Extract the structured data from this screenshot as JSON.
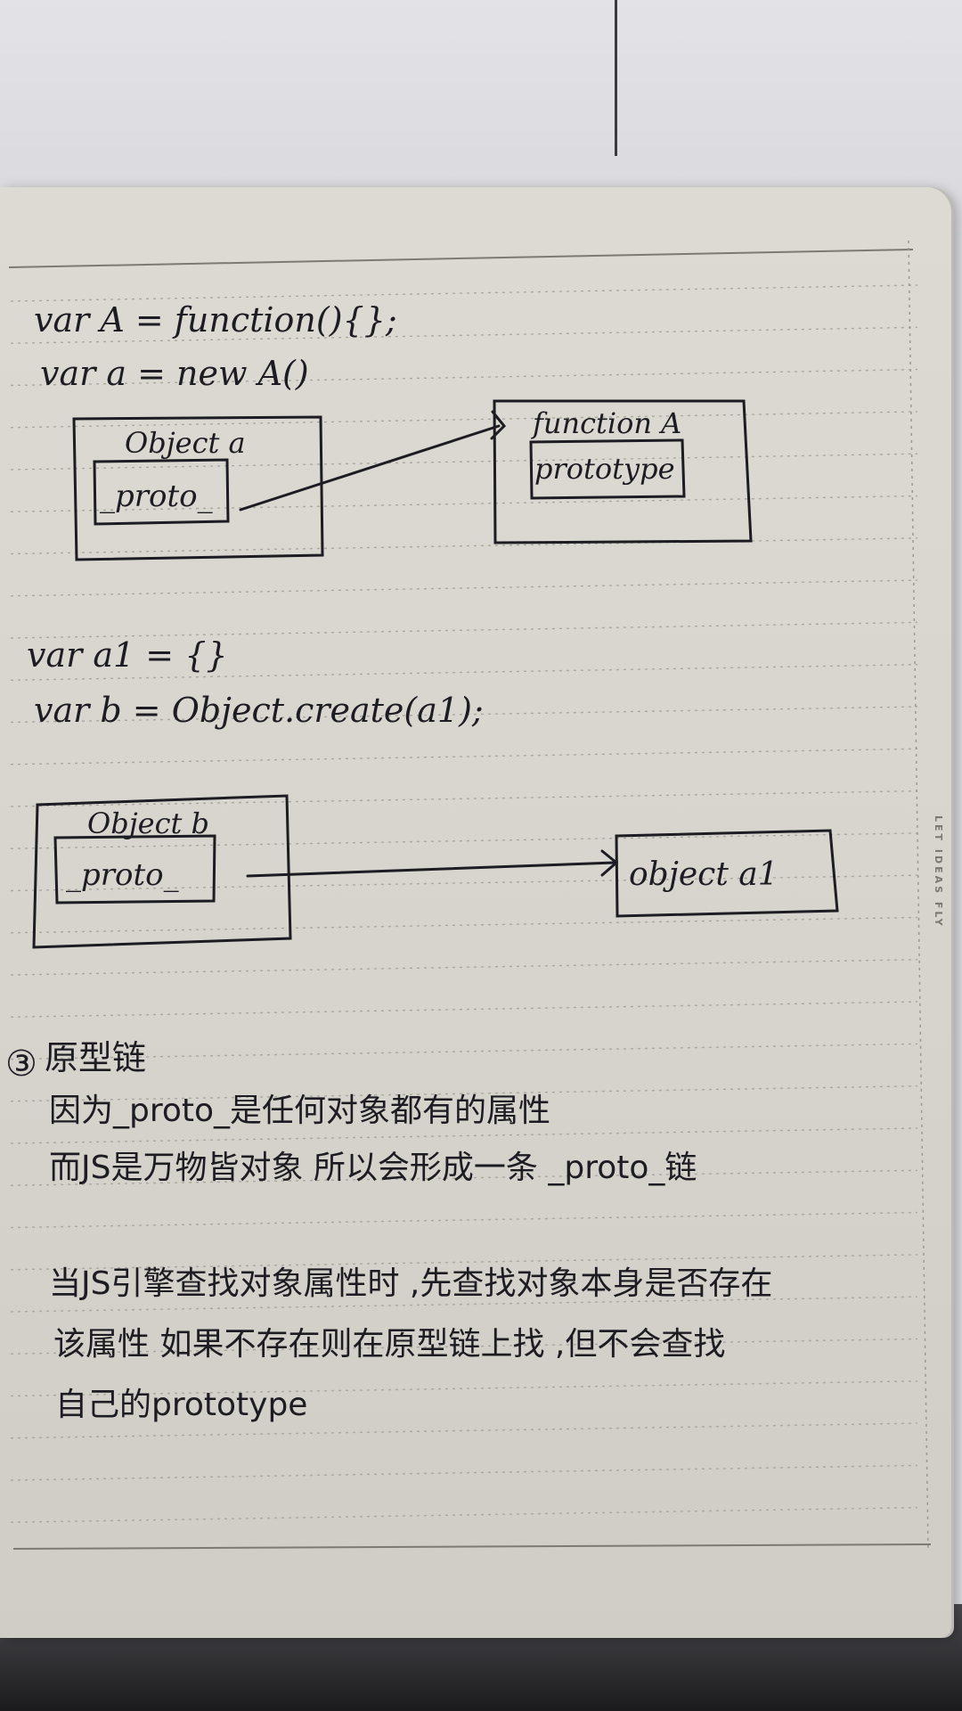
{
  "notebook": {
    "brand_text": "LET IDEAS FLY"
  },
  "code": {
    "line1": "var A = function(){};",
    "line2": "var a = new A()",
    "line3": "var a1 = {}",
    "line4": "var b = Object.create(a1);"
  },
  "diagram1": {
    "left_box_title": "Object a",
    "left_box_field": "_proto_",
    "right_box_title": "function A",
    "right_box_field": "prototype"
  },
  "diagram2": {
    "left_box_title": "Object b",
    "left_box_field": "_proto_",
    "right_box_title": "object a1"
  },
  "section3": {
    "marker": "③",
    "heading": "原型链",
    "line1": "因为_proto_是任何对象都有的属性",
    "line2": "而JS是万物皆对象 所以会形成一条 _proto_链",
    "line3": "当JS引擎查找对象属性时 ,先查找对象本身是否存在",
    "line4": "该属性 如果不存在则在原型链上找 ,但不会查找",
    "line5": "自己的prototype"
  }
}
